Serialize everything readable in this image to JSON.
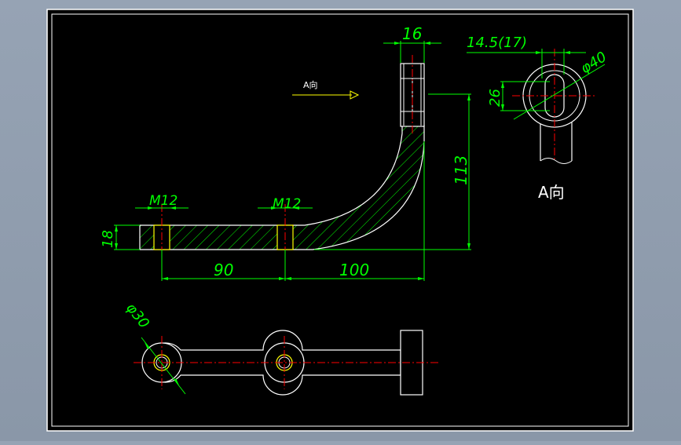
{
  "colors": {
    "background": "#000000",
    "frame": "#ffffff",
    "dimension": "#00ff00",
    "centerline": "#ff0000",
    "outline": "#ffffff",
    "hatch": "#00ff00",
    "hole": "#ffff00",
    "label": "#ffffff"
  },
  "front_view": {
    "direction_label": "A向",
    "dims": {
      "top_width": "16",
      "height": "113",
      "thickness": "18",
      "thread_left": "M12",
      "thread_right": "M12",
      "span_left": "90",
      "span_right": "100"
    }
  },
  "side_view": {
    "label": "A向",
    "dims": {
      "offset": "14.5(17)",
      "diameter": "φ40",
      "slot": "26"
    }
  },
  "top_view": {
    "dims": {
      "diameter": "φ30"
    }
  }
}
